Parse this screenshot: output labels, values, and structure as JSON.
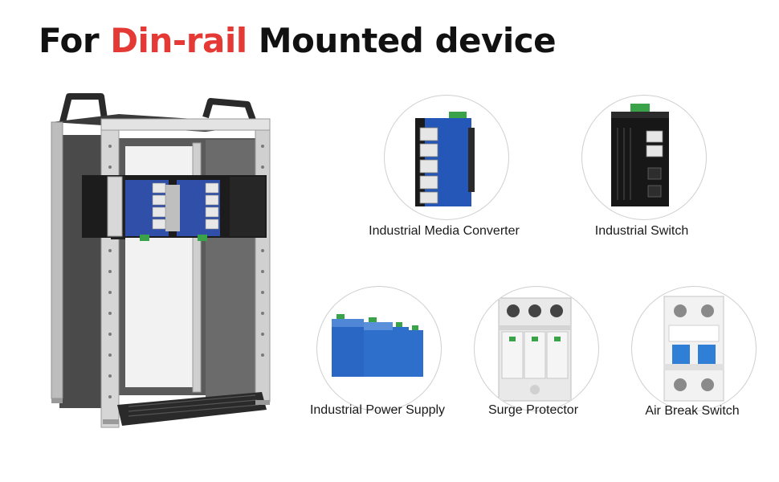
{
  "headline": {
    "prefix": "For",
    "accent": "Din-rail",
    "suffix": "Mounted device",
    "accent_color": "#e53935"
  },
  "devices": [
    {
      "label": "Industrial Media Converter",
      "icon": "media-converter-icon"
    },
    {
      "label": "Industrial Switch",
      "icon": "industrial-switch-icon"
    },
    {
      "label": "Industrial Power Supply",
      "icon": "power-supply-icon"
    },
    {
      "label": "Surge Protector",
      "icon": "surge-protector-icon"
    },
    {
      "label": "Air Break Switch",
      "icon": "air-break-switch-icon"
    }
  ]
}
